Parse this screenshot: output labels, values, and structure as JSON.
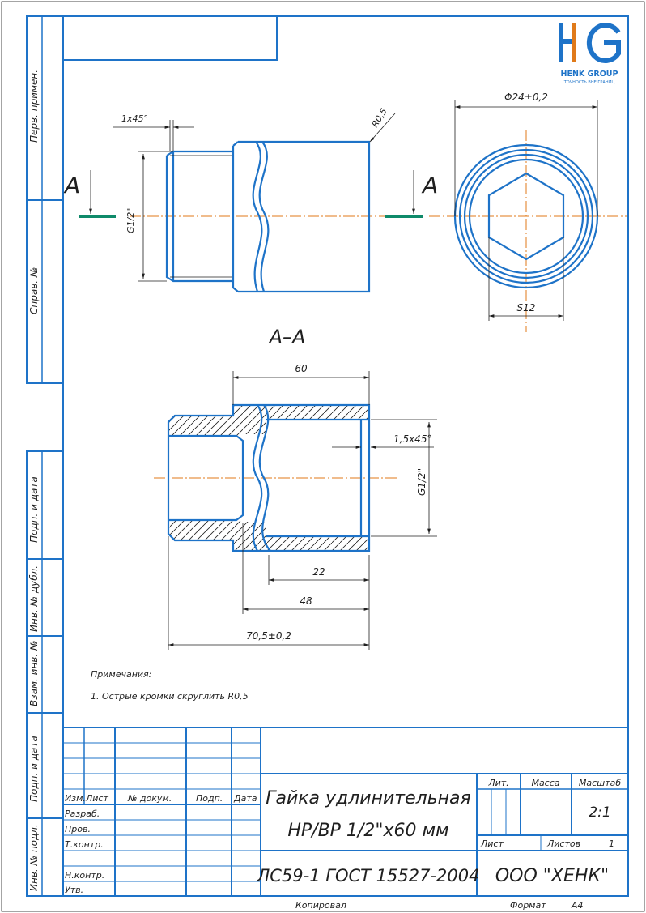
{
  "logo": {
    "mark": "HG",
    "name": "HENK GROUP",
    "tagline": "ТОЧНОСТЬ ВНЕ ГРАНИЦ"
  },
  "side_labels": {
    "perv_primen": "Перв. примен.",
    "sprav_no": "Справ. №",
    "podp_data_1": "Подп. и дата",
    "inv_dubl": "Инв. № дубл.",
    "vzam_inv": "Взам. инв. №",
    "podp_data_2": "Подп. и дата",
    "inv_podl": "Инв. № подл."
  },
  "views": {
    "section_mark_left": "А",
    "section_mark_right": "А",
    "section_title": "А–А"
  },
  "dimensions": {
    "chamfer_top": "1х45°",
    "radius": "R0,5",
    "thread_left": "G1/2\"",
    "diameter": "Φ24±0,2",
    "hex": "S12",
    "length_total": "60",
    "chamfer_section": "1,5х45°",
    "thread_section": "G1/2\"",
    "len_22": "22",
    "len_48": "48",
    "len_overall": "70,5±0,2"
  },
  "notes": {
    "heading": "Примечания:",
    "line1": "1. Острые кромки скруглить R0,5"
  },
  "title_block": {
    "h_izm": "Изм.",
    "h_list": "Лист",
    "h_dokum": "№ докум.",
    "h_podp": "Подп.",
    "h_data": "Дата",
    "r_razrab": "Разраб.",
    "r_prov": "Пров.",
    "r_tkontr": "Т.контр.",
    "r_nkontr": "Н.контр.",
    "r_utv": "Утв.",
    "name_line1": "Гайка удлинительная",
    "name_line2": "НР/ВР 1/2\"х60 мм",
    "material": "ЛС59-1 ГОСТ 15527-2004",
    "h_lit": "Лит.",
    "h_massa": "Масса",
    "h_masshtab": "Масштаб",
    "scale": "2:1",
    "sheet_label": "Лист",
    "sheets_label": "Листов",
    "sheets_count": "1",
    "company": "ООО \"ХЕНК\""
  },
  "footer": {
    "kopiroval": "Копировал",
    "format_label": "Формат",
    "format_value": "А4"
  }
}
